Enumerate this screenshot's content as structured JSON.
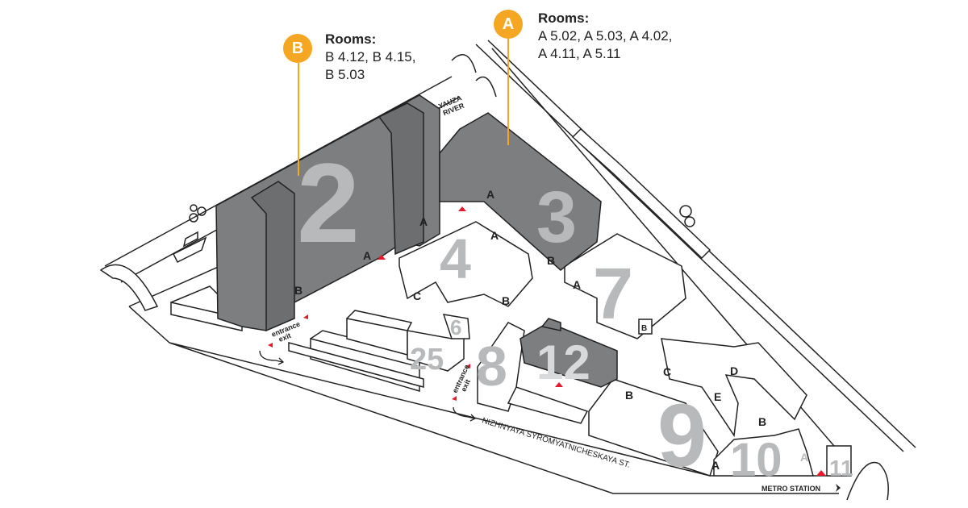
{
  "colors": {
    "accent": "#f5a623",
    "entrance": "#e8192c",
    "dark_building": "#7d7e80",
    "number": "#b8b9bb"
  },
  "callouts": [
    {
      "letter": "B",
      "title": "Rooms:",
      "rooms_line1": "B 4.12, B 4.15,",
      "rooms_line2": "B 5.03"
    },
    {
      "letter": "A",
      "title": "Rooms:",
      "rooms_line1": "A 5.02, A 5.03, A 4.02,",
      "rooms_line2": "A 4.11, A 5.11"
    }
  ],
  "river": {
    "line1": "YAUZA",
    "line2": "RIVER"
  },
  "buildings": {
    "b2": "2",
    "b3": "3",
    "b4": "4",
    "b7": "7",
    "b8": "8",
    "b9": "9",
    "b10": "10",
    "b11": "11",
    "b12": "12",
    "b25": "25",
    "b6": "6"
  },
  "letters": {
    "a": "A",
    "b": "B",
    "c": "C",
    "d": "D",
    "e": "E"
  },
  "entrance": {
    "line1": "entrance",
    "line2": "exit"
  },
  "street": "NIZHNYAYA SYROMYATNICHESKAYA ST.",
  "metro": "METRO STATION"
}
